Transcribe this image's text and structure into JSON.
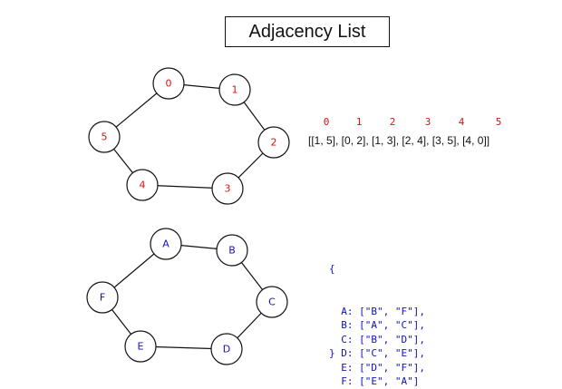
{
  "title": "Adjacency List",
  "colors": {
    "numeric": "#e01010",
    "letter": "#1010c0",
    "ink": "#111111"
  },
  "numeric_graph": {
    "nodes": [
      "0",
      "1",
      "2",
      "3",
      "4",
      "5"
    ],
    "edges": [
      [
        "5",
        "0"
      ],
      [
        "0",
        "1"
      ],
      [
        "1",
        "2"
      ],
      [
        "2",
        "3"
      ],
      [
        "3",
        "4"
      ],
      [
        "4",
        "5"
      ]
    ]
  },
  "letter_graph": {
    "nodes": [
      "A",
      "B",
      "C",
      "D",
      "E",
      "F"
    ],
    "edges": [
      [
        "F",
        "A"
      ],
      [
        "A",
        "B"
      ],
      [
        "B",
        "C"
      ],
      [
        "C",
        "D"
      ],
      [
        "D",
        "E"
      ],
      [
        "E",
        "F"
      ]
    ]
  },
  "index_row": [
    "0",
    "1",
    "2",
    "3",
    "4",
    "5"
  ],
  "list_text": "[[1, 5], [0, 2], [1, 3], [2, 4], [3, 5], [4, 0]]",
  "map_block": {
    "open": "{",
    "entries": [
      {
        "key": "A:",
        "value": "[\"B\", \"F\"],"
      },
      {
        "key": "B:",
        "value": "[\"A\", \"C\"],"
      },
      {
        "key": "C:",
        "value": "[\"B\", \"D\"],"
      },
      {
        "key": "D:",
        "value": "[\"C\", \"E\"],"
      },
      {
        "key": "E:",
        "value": "[\"D\", \"F\"],"
      },
      {
        "key": "F:",
        "value": "[\"E\", \"A\"]"
      }
    ],
    "close": "}"
  }
}
